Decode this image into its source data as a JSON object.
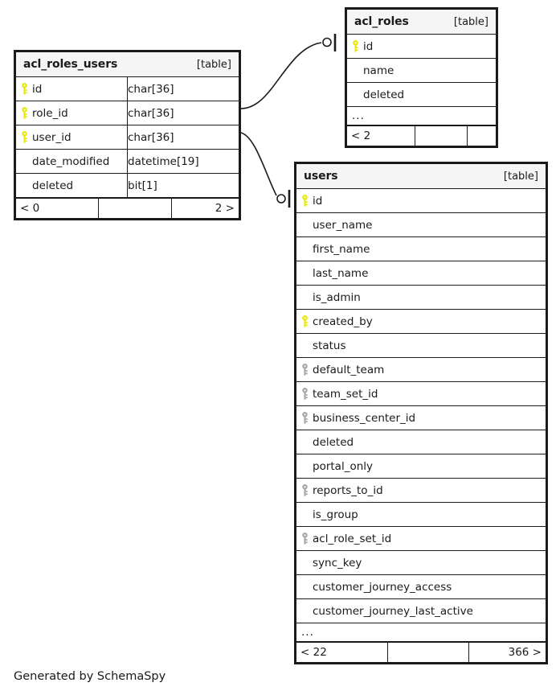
{
  "diagram": {
    "caption": "Generated by SchemaSpy",
    "table_tag": "[table]",
    "ellipsis": "...",
    "colors": {
      "primary_key": "#e8e80d",
      "index_key": "#a8a8a8",
      "border": "#1a1a1a",
      "header_bg": "#f5f5f5",
      "background": "#ffffff"
    }
  },
  "entities": {
    "acl_roles_users": {
      "name": "acl_roles_users",
      "tag": "[table]",
      "columns": [
        {
          "key": "primary",
          "name": "id",
          "type": "char[36]"
        },
        {
          "key": "primary",
          "name": "role_id",
          "type": "char[36]"
        },
        {
          "key": "primary",
          "name": "user_id",
          "type": "char[36]"
        },
        {
          "key": "none",
          "name": "date_modified",
          "type": "datetime[19]"
        },
        {
          "key": "none",
          "name": "deleted",
          "type": "bit[1]"
        }
      ],
      "footer": {
        "left": "< 0",
        "mid": "",
        "right": "2 >"
      }
    },
    "acl_roles": {
      "name": "acl_roles",
      "tag": "[table]",
      "columns": [
        {
          "key": "primary",
          "name": "id",
          "type": ""
        },
        {
          "key": "none",
          "name": "name",
          "type": ""
        },
        {
          "key": "none",
          "name": "deleted",
          "type": ""
        }
      ],
      "ellipsis": "...",
      "footer": {
        "left": "< 2",
        "mid": "",
        "right": ""
      }
    },
    "users": {
      "name": "users",
      "tag": "[table]",
      "columns": [
        {
          "key": "primary",
          "name": "id",
          "type": ""
        },
        {
          "key": "none",
          "name": "user_name",
          "type": ""
        },
        {
          "key": "none",
          "name": "first_name",
          "type": ""
        },
        {
          "key": "none",
          "name": "last_name",
          "type": ""
        },
        {
          "key": "none",
          "name": "is_admin",
          "type": ""
        },
        {
          "key": "primary",
          "name": "created_by",
          "type": ""
        },
        {
          "key": "none",
          "name": "status",
          "type": ""
        },
        {
          "key": "index",
          "name": "default_team",
          "type": ""
        },
        {
          "key": "index",
          "name": "team_set_id",
          "type": ""
        },
        {
          "key": "index",
          "name": "business_center_id",
          "type": ""
        },
        {
          "key": "none",
          "name": "deleted",
          "type": ""
        },
        {
          "key": "none",
          "name": "portal_only",
          "type": ""
        },
        {
          "key": "index",
          "name": "reports_to_id",
          "type": ""
        },
        {
          "key": "none",
          "name": "is_group",
          "type": ""
        },
        {
          "key": "index",
          "name": "acl_role_set_id",
          "type": ""
        },
        {
          "key": "none",
          "name": "sync_key",
          "type": ""
        },
        {
          "key": "none",
          "name": "customer_journey_access",
          "type": ""
        },
        {
          "key": "none",
          "name": "customer_journey_last_active",
          "type": ""
        }
      ],
      "ellipsis": "...",
      "footer": {
        "left": "< 22",
        "mid": "",
        "right": "366 >"
      }
    }
  },
  "relationships": [
    {
      "from": "acl_roles_users.role_id",
      "to": "acl_roles.id",
      "cardinality": "zero-or-one"
    },
    {
      "from": "acl_roles_users.user_id",
      "to": "users.id",
      "cardinality": "zero-or-one"
    }
  ]
}
